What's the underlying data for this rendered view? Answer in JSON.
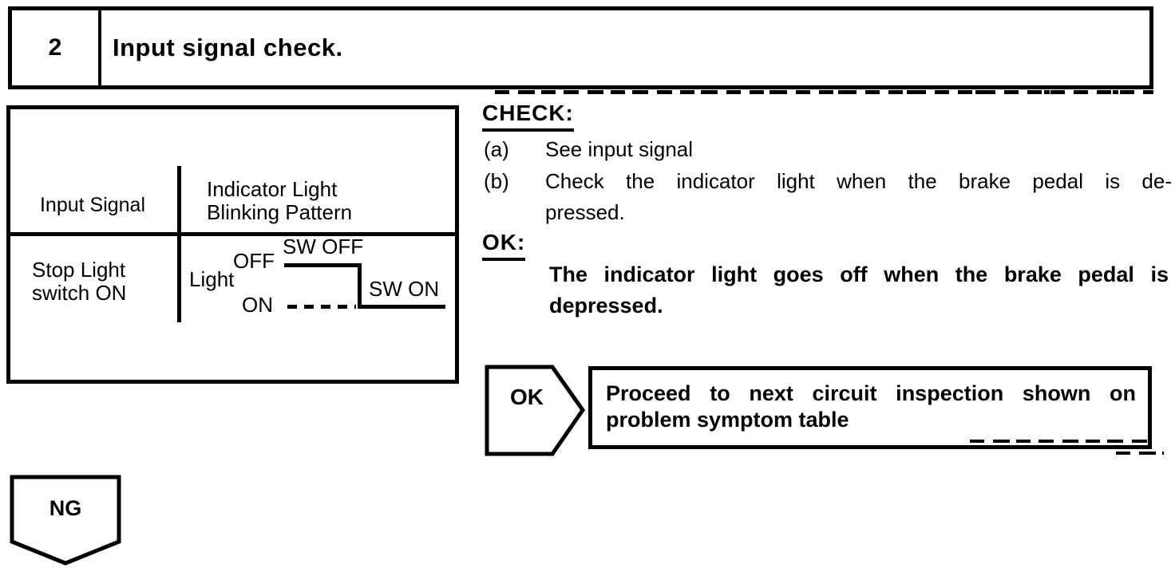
{
  "step": {
    "number": "2",
    "title": "Input signal check."
  },
  "signal_table": {
    "col1_header": "Input Signal",
    "col2_header": [
      "Indicator Light",
      "Blinking Pattern"
    ],
    "row_label": [
      "Stop Light",
      "switch ON"
    ],
    "diagram": {
      "light_label": "Light",
      "off_label": "OFF",
      "on_label": "ON",
      "sw_off_label": "SW OFF",
      "sw_on_label": "SW ON"
    }
  },
  "check": {
    "heading": "CHECK:",
    "items": [
      {
        "marker": "(a)",
        "lines": [
          "See input signal",
          ""
        ]
      },
      {
        "marker": "(b)",
        "lines": [
          "Check the indicator light when the brake pedal is de-",
          "pressed."
        ]
      }
    ],
    "ok_heading": "OK:",
    "ok_lines": [
      "The indicator light goes off when the brake pedal is",
      "depressed."
    ]
  },
  "flow": {
    "ok_label": "OK",
    "proceed_lines": [
      "Proceed to next circuit inspection shown on",
      "problem symptom table"
    ],
    "ng_label": "NG"
  },
  "colors": {
    "ink": "#000000",
    "paper": "#ffffff"
  }
}
